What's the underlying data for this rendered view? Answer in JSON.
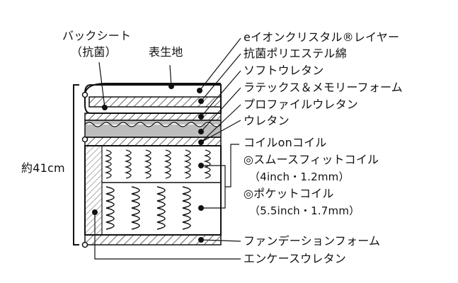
{
  "left_top_label": {
    "line1": "バックシート",
    "line2": "（抗菌）"
  },
  "top_label": "表生地",
  "side_label": "約41cm",
  "right_labels": [
    "eイオンクリスタル®レイヤー",
    "抗菌ポリエステル綿",
    "ソフトウレタン",
    "ラテックス＆メモリーフォーム",
    "プロファイルウレタン",
    "ウレタン",
    "コイルonコイル",
    "◎スムースフィットコイル",
    "（4inch・1.2mm）",
    "◎ポケットコイル",
    "（5.5inch・1.7mm）",
    "ファンデーションフォーム",
    "エンケースウレタン"
  ]
}
